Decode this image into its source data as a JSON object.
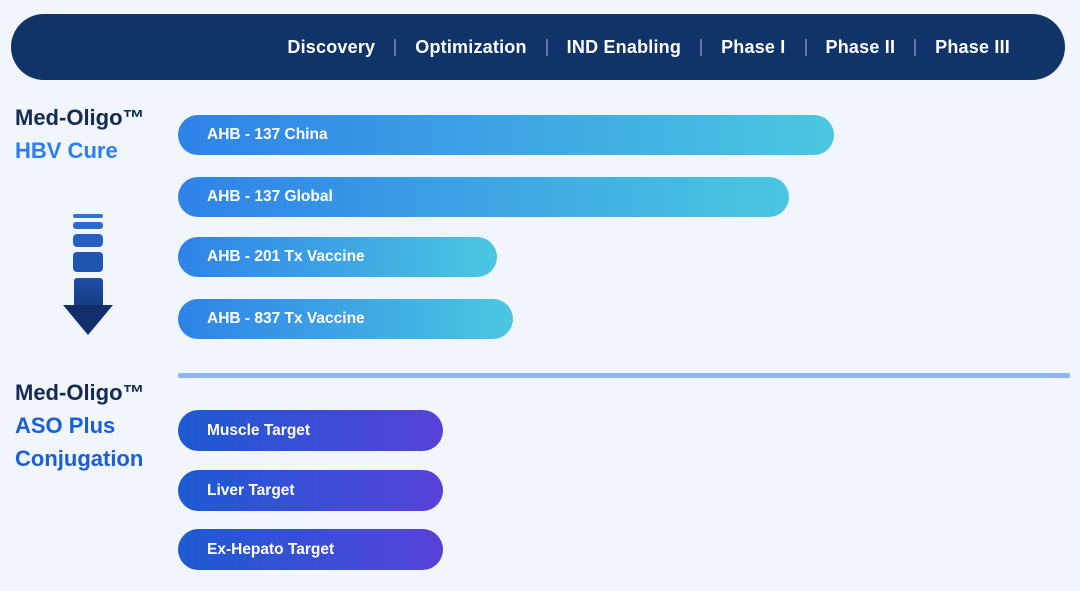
{
  "colors": {
    "page_bg": "#f1f5fc",
    "header_bg": "#113468",
    "header_text": "#ffffff",
    "phase_separator": "#5d77a6",
    "title_dark": "#152a52",
    "title_bright_blue": "#2b7ff0",
    "title_blue": "#1b5ed6",
    "bar_cyan_gradient": [
      "#2f82e8",
      "#4bc7e1"
    ],
    "bar_purple_gradient": [
      "#1d5ad2",
      "#5742d8"
    ],
    "divider": "#8fb6f0",
    "arrow_dark": "#132f6b"
  },
  "header": {
    "phases": [
      "Discovery",
      "Optimization",
      "IND Enabling",
      "Phase I",
      "Phase II",
      "Phase III"
    ]
  },
  "sections": [
    {
      "title_line1": "Med-Oligo™",
      "title_line2": "HBV Cure"
    },
    {
      "title_line1": "Med-Oligo™",
      "title_line2": "ASO Plus",
      "title_line3": "Conjugation"
    }
  ],
  "chart_data": {
    "type": "bar",
    "orientation": "horizontal",
    "x_axis_phases": [
      "Discovery",
      "Optimization",
      "IND Enabling",
      "Phase I",
      "Phase II",
      "Phase III"
    ],
    "legend_position": "none",
    "grid": false,
    "groups": [
      {
        "name": "Med-Oligo™ HBV Cure",
        "bars": [
          {
            "label": "AHB - 137 China",
            "progress_through": "Phase II",
            "width_px": "656px"
          },
          {
            "label": "AHB - 137 Global",
            "progress_through": "Phase I",
            "width_px": "611px"
          },
          {
            "label": "AHB - 201 Tx Vaccine",
            "progress_through": "Optimization",
            "width_px": "319px"
          },
          {
            "label": "AHB - 837 Tx Vaccine",
            "progress_through": "Optimization",
            "width_px": "335px"
          }
        ]
      },
      {
        "name": "Med-Oligo™ ASO Plus Conjugation",
        "bars": [
          {
            "label": "Muscle Target",
            "progress_through": "Optimization",
            "width_px": "265px"
          },
          {
            "label": "Liver Target",
            "progress_through": "Optimization",
            "width_px": "265px"
          },
          {
            "label": "Ex-Hepato Target",
            "progress_through": "Optimization",
            "width_px": "265px"
          }
        ]
      }
    ]
  }
}
